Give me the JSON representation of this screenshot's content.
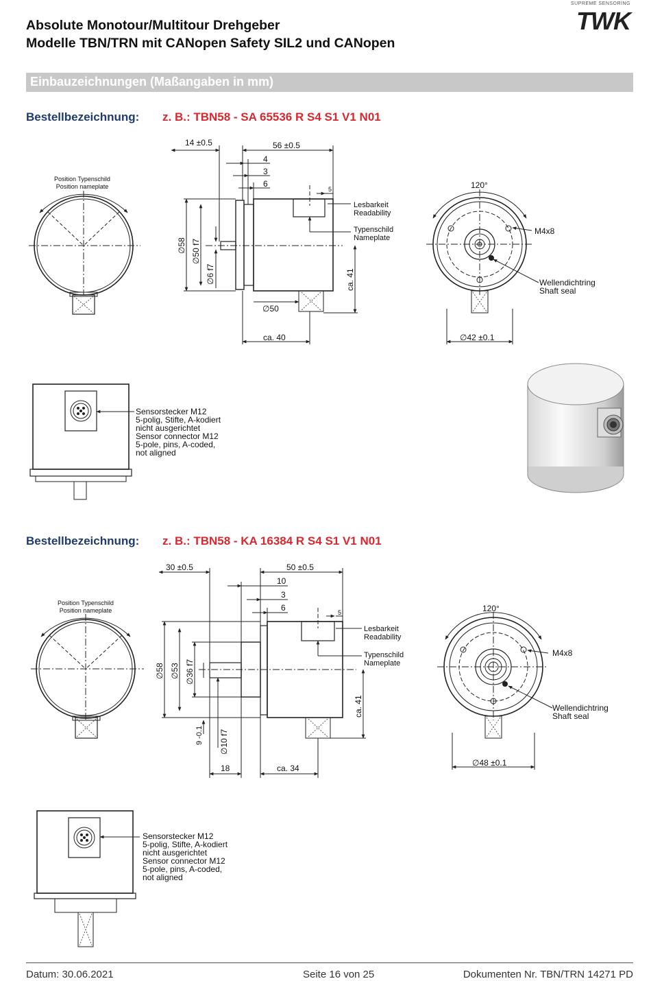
{
  "header": {
    "title_line1": "Absolute Monotour/Multitour Drehgeber",
    "title_line2": "Modelle TBN/TRN mit CANopen Safety SIL2 und CANopen",
    "logo_tagline": "SUPREME SENSORING",
    "logo_word": "TWK"
  },
  "banner": {
    "text": "Einbauzeichnungen (Maßangaben in mm)"
  },
  "section1": {
    "order_label": "Bestellbezeichnung:",
    "order_value": "z. B.: TBN58 - SA 65536 R S4 S1 V1 N01",
    "nameplate_l1": "Position Typenschild",
    "nameplate_l2": "Position nameplate",
    "dim_14": "14 ±0.5",
    "dim_56": "56 ±0.5",
    "dim_4": "4",
    "dim_3": "3",
    "dim_6": "6",
    "dim_5": "5",
    "dia58": "∅58",
    "dia50": "∅50 f7",
    "dia6": "∅6 f7",
    "dia50b": "∅50",
    "ca40": "ca. 40",
    "ca41": "ca. 41",
    "lesbarkeit": "Lesbarkeit",
    "readability": "Readability",
    "typenschild": "Typenschild",
    "nameplate": "Nameplate",
    "angle": "120°",
    "m4x8": "M4x8",
    "seal_de": "Wellendichtring",
    "seal_en": "Shaft seal",
    "dia42": "∅42 ±0.1",
    "conn1": "Sensorstecker M12",
    "conn2": "5-polig, Stifte, A-kodiert",
    "conn3": "nicht ausgerichtet",
    "conn4": "Sensor connector M12",
    "conn5": "5-pole, pins, A-coded,",
    "conn6": "not aligned"
  },
  "section2": {
    "order_label": "Bestellbezeichnung:",
    "order_value": "z. B.: TBN58 - KA 16384 R S4 S1 V1 N01",
    "nameplate_l1": "Position Typenschild",
    "nameplate_l2": "Position nameplate",
    "dim_30": "30 ±0.5",
    "dim_50": "50 ±0.5",
    "dim_10": "10",
    "dim_3": "3",
    "dim_6": "6",
    "dim_5": "5",
    "dia58": "∅58",
    "dia53": "∅53",
    "dia36": "∅36 f7",
    "dim_9": "9 -0.1",
    "dia10": "∅10 f7",
    "dim_18": "18",
    "ca34": "ca. 34",
    "ca41": "ca. 41",
    "lesbarkeit": "Lesbarkeit",
    "readability": "Readability",
    "typenschild": "Typenschild",
    "nameplate": "Nameplate",
    "angle": "120°",
    "m4x8": "M4x8",
    "seal_de": "Wellendichtring",
    "seal_en": "Shaft seal",
    "dia48": "∅48 ±0.1",
    "conn1": "Sensorstecker M12",
    "conn2": "5-polig, Stifte, A-kodiert",
    "conn3": "nicht ausgerichtet",
    "conn4": "Sensor connector M12",
    "conn5": "5-pole, pins, A-coded,",
    "conn6": "not aligned"
  },
  "footer": {
    "date": "Datum: 30.06.2021",
    "page": "Seite 16 von 25",
    "docnr": "Dokumenten Nr. TBN/TRN 14271 PD"
  }
}
